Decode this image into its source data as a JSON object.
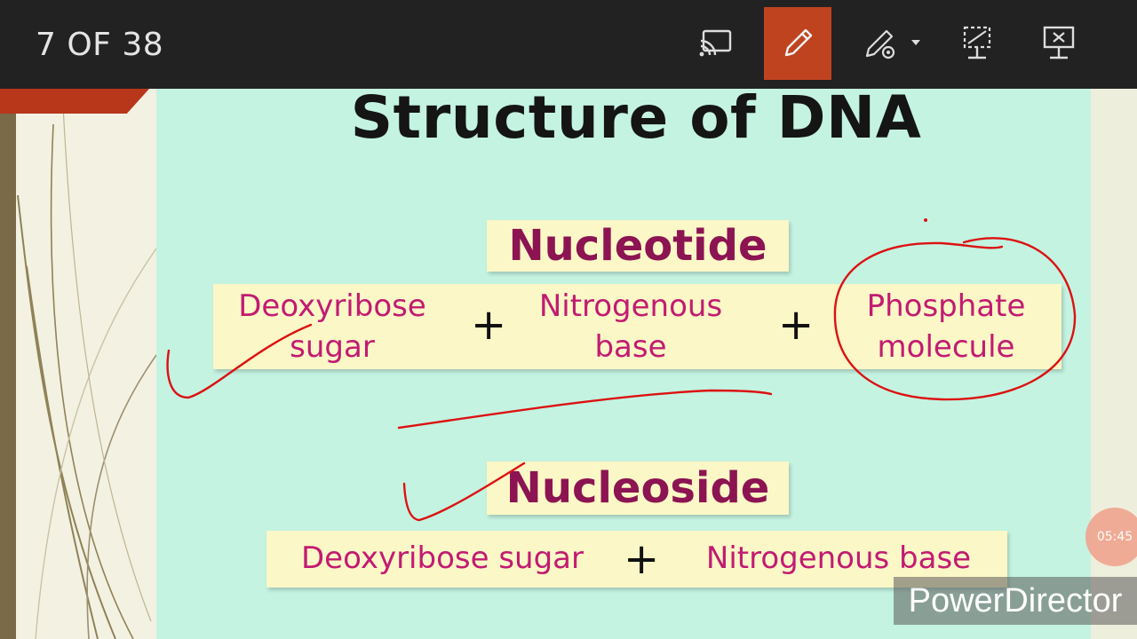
{
  "toolbar": {
    "slide_counter": "7 OF 38",
    "buttons": [
      {
        "icon": "cast-icon"
      },
      {
        "icon": "pen-icon",
        "active": true
      },
      {
        "icon": "pen-settings-icon"
      },
      {
        "icon": "laser-pointer-icon"
      },
      {
        "icon": "exit-presentation-icon"
      }
    ]
  },
  "slide": {
    "title": "Structure of DNA",
    "nucleotide": {
      "heading": "Nucleotide",
      "parts": [
        {
          "line1": "Deoxyribose",
          "line2": "sugar"
        },
        {
          "line1": "Nitrogenous",
          "line2": "base"
        },
        {
          "line1": "Phosphate",
          "line2": "molecule"
        }
      ],
      "operator": "+"
    },
    "nucleoside": {
      "heading": "Nucleoside",
      "part1": "Deoxyribose sugar",
      "part2": "Nitrogenous base",
      "operator": "+"
    }
  },
  "overlay": {
    "timer": "05:45",
    "watermark": "PowerDirector"
  },
  "colors": {
    "toolbar": "#222222",
    "active_tool": "#c0431f",
    "slide_bg": "#c4f3e1",
    "label_bg": "#fbf7c6",
    "heading_text": "#8c1452",
    "cell_text": "#c21b72",
    "ink": "#dd1111"
  }
}
